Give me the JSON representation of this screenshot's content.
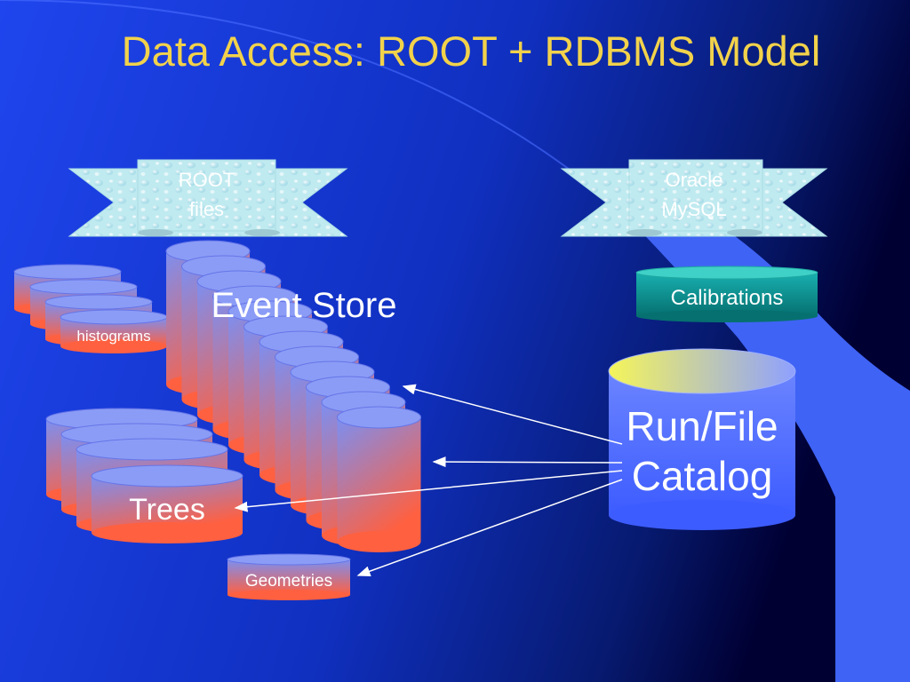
{
  "title": "Data Access: ROOT + RDBMS Model",
  "banners": {
    "root": {
      "line1": "ROOT",
      "line2": "files"
    },
    "rdbms": {
      "line1": "Oracle",
      "line2": "MySQL"
    }
  },
  "stores": {
    "event_store": "Event Store",
    "histograms": "histograms",
    "trees": "Trees",
    "geometries": "Geometries",
    "calibrations": "Calibrations",
    "catalog": {
      "line1": "Run/File",
      "line2": "Catalog"
    }
  },
  "colors": {
    "bg_light": "#1f45ee",
    "bg_dark": "#000033",
    "title": "#f2d24b",
    "cyl_top": "#7b8ff2",
    "cyl_bottom": "#ff6040",
    "calib": "#0a9090",
    "catalog_top": "#f5f55a",
    "catalog_body": "#4060ff",
    "ribbon": "#3f63f5",
    "banner": "#bfeaf0"
  }
}
